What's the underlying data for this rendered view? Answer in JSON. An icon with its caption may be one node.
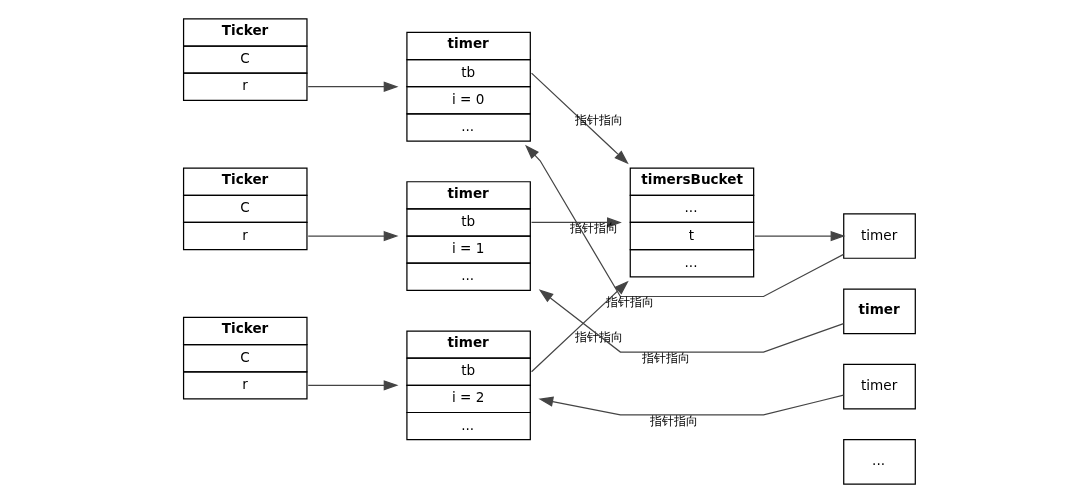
{
  "diagram": {
    "nodes": [
      {
        "text": [
          "Ticker",
          "C",
          "r"
        ]
      },
      {
        "text": [
          "timer",
          "tb",
          "i = 0",
          "..."
        ]
      },
      {
        "text": [
          "Ticker",
          "C",
          "r"
        ]
      },
      {
        "text": [
          "timer",
          "tb",
          "i = 1",
          "..."
        ]
      },
      {
        "text": [
          "Ticker",
          "C",
          "r"
        ]
      },
      {
        "text": [
          "timer",
          "tb",
          "i = 2",
          "..."
        ]
      },
      {
        "text": [
          "timersBucket",
          "...",
          "t",
          "..."
        ]
      },
      {
        "text": [
          "timer"
        ]
      },
      {
        "text": [
          "timer"
        ]
      },
      {
        "text": [
          "timer"
        ]
      },
      {
        "text": [
          "..."
        ]
      }
    ],
    "edges": [
      {
        "from": 0,
        "to": 1,
        "arrow": "to"
      },
      {
        "from": 2,
        "to": 3,
        "arrow": "to"
      },
      {
        "from": 4,
        "to": 5,
        "arrow": "to"
      },
      {
        "from": 1,
        "to": 6,
        "arrow": "to",
        "label": "指针指向"
      },
      {
        "from": 3,
        "to": 6,
        "arrow": "to",
        "label": "指针指向"
      },
      {
        "from": 5,
        "to": 6,
        "arrow": "to",
        "label": "指针指向"
      },
      {
        "from": 6,
        "to": 7,
        "arrow": "to"
      },
      {
        "from": 7,
        "to": 1,
        "arrow": "to",
        "label": "指针指向"
      },
      {
        "from": 8,
        "to": 3,
        "arrow": "to",
        "label": "指针指向"
      },
      {
        "from": 9,
        "to": 5,
        "arrow": "to",
        "label": "指针指向"
      }
    ]
  }
}
